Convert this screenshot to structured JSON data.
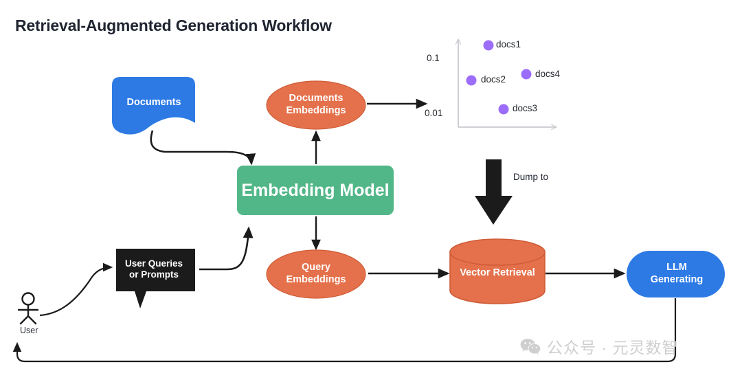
{
  "page": {
    "title": "Retrieval-Augmented Generation Workflow",
    "background_color": "#ffffff"
  },
  "colors": {
    "blue": "#2d7ae5",
    "green": "#52b788",
    "orange": "#e4714b",
    "orange_dark": "#cf5c38",
    "black": "#1b1b1b",
    "purple": "#9b6dfa",
    "axis_gray": "#c9c9cf",
    "watermark_gray": "#cfcfcf",
    "title_color": "#1f2430"
  },
  "nodes": {
    "documents": {
      "label": "Documents",
      "shape": "wavy-banner",
      "color": "#2d7ae5"
    },
    "documents_embeddings": {
      "label": "Documents\nEmbeddings",
      "line1": "Documents",
      "line2": "Embeddings",
      "shape": "ellipse",
      "color": "#e4714b"
    },
    "embedding_model": {
      "label": "Embedding Model",
      "shape": "rounded-rect",
      "color": "#52b788"
    },
    "user_queries": {
      "label": "User Queries\nor Prompts",
      "line1": "User Queries",
      "line2": "or Prompts",
      "shape": "callout",
      "color": "#1b1b1b"
    },
    "query_embeddings": {
      "label": "Query\nEmbeddings",
      "line1": "Query",
      "line2": "Embeddings",
      "shape": "ellipse",
      "color": "#e4714b"
    },
    "vector_retrieval": {
      "label": "Vector Retrieval",
      "shape": "cylinder",
      "color": "#e4714b"
    },
    "llm_generating": {
      "label": "LLM\nGenerating",
      "line1": "LLM",
      "line2": "Generating",
      "shape": "stadium",
      "color": "#2d7ae5"
    },
    "user": {
      "label": "User",
      "shape": "stick-figure"
    }
  },
  "edges": {
    "dump_to": {
      "label": "Dump to",
      "style": "block-arrow-down"
    },
    "documents_to_model": {
      "label": "",
      "style": "s-curve"
    },
    "model_to_docembeddings": {
      "label": "",
      "style": "straight-up"
    },
    "docembeddings_to_plot": {
      "label": "",
      "style": "straight-right"
    },
    "model_to_queryembeddings": {
      "label": "",
      "style": "straight-down"
    },
    "userqueries_to_model": {
      "label": "",
      "style": "curve-up"
    },
    "queryembeddings_to_vector": {
      "label": "",
      "style": "straight-right"
    },
    "vector_to_llm": {
      "label": "",
      "style": "straight-right"
    },
    "llm_to_user_feedback": {
      "label": "",
      "style": "orthogonal-loop"
    },
    "user_to_userqueries": {
      "label": "",
      "style": "curve-up-right"
    }
  },
  "chart_data": {
    "type": "scatter",
    "title": "",
    "xlabel": "",
    "ylabel": "",
    "grid": false,
    "legend": false,
    "ytick_labels": [
      "0.1",
      "0.01"
    ],
    "point_color": "#9b6dfa",
    "points": [
      {
        "label": "docs1",
        "x": 0.26,
        "y": 0.93
      },
      {
        "label": "docs2",
        "x": 0.11,
        "y": 0.57
      },
      {
        "label": "docs4",
        "x": 0.53,
        "y": 0.64
      },
      {
        "label": "docs3",
        "x": 0.34,
        "y": 0.22
      }
    ]
  },
  "watermark": {
    "text": "公众号 · 元灵数智",
    "icon": "wechat-icon"
  }
}
